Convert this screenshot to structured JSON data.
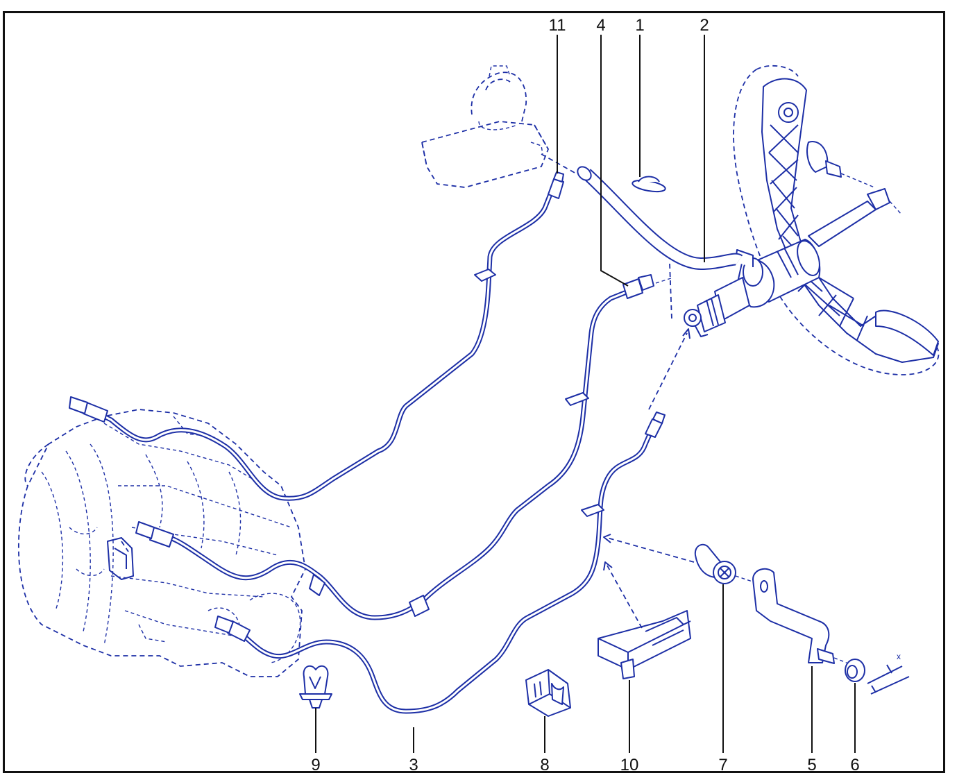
{
  "colors": {
    "line_art": "#1d2fa6",
    "callout": "#111111",
    "frame": "#111111"
  },
  "callouts": {
    "c11": "11",
    "c4": "4",
    "c1": "1",
    "c2": "2",
    "c9": "9",
    "c3": "3",
    "c8": "8",
    "c10": "10",
    "c7": "7",
    "c5": "5",
    "c6": "6"
  },
  "dimension_label": "x"
}
